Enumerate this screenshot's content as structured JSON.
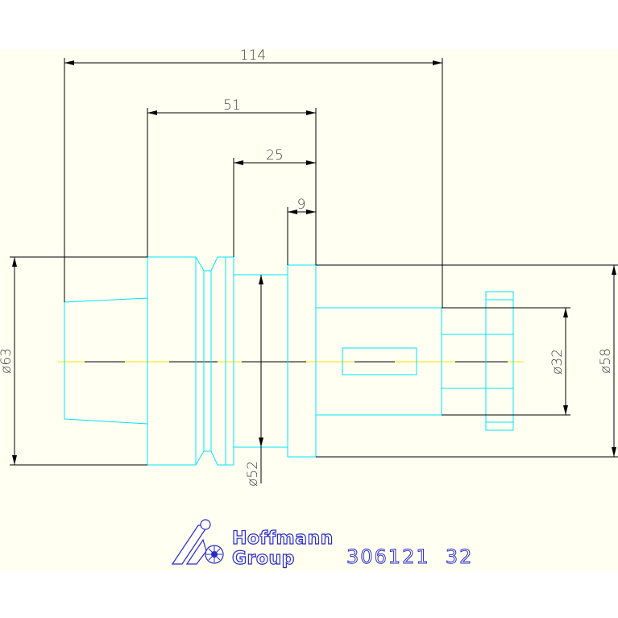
{
  "drawing": {
    "dimensions": {
      "overall_length": "114",
      "length_51": "51",
      "length_25": "25",
      "length_9": "9",
      "dia_63": "ø63",
      "dia_52": "ø52",
      "dia_32": "ø32",
      "dia_58": "ø58"
    }
  },
  "logo": {
    "line1": "Hoffmann",
    "line2": "Group"
  },
  "part_number": "306121  32",
  "colors": {
    "background": "#fffff2",
    "part_outline": "#00e4ff",
    "dimension": "#000000",
    "centerline": "#ffe600",
    "brand": "#2a2ac8"
  }
}
